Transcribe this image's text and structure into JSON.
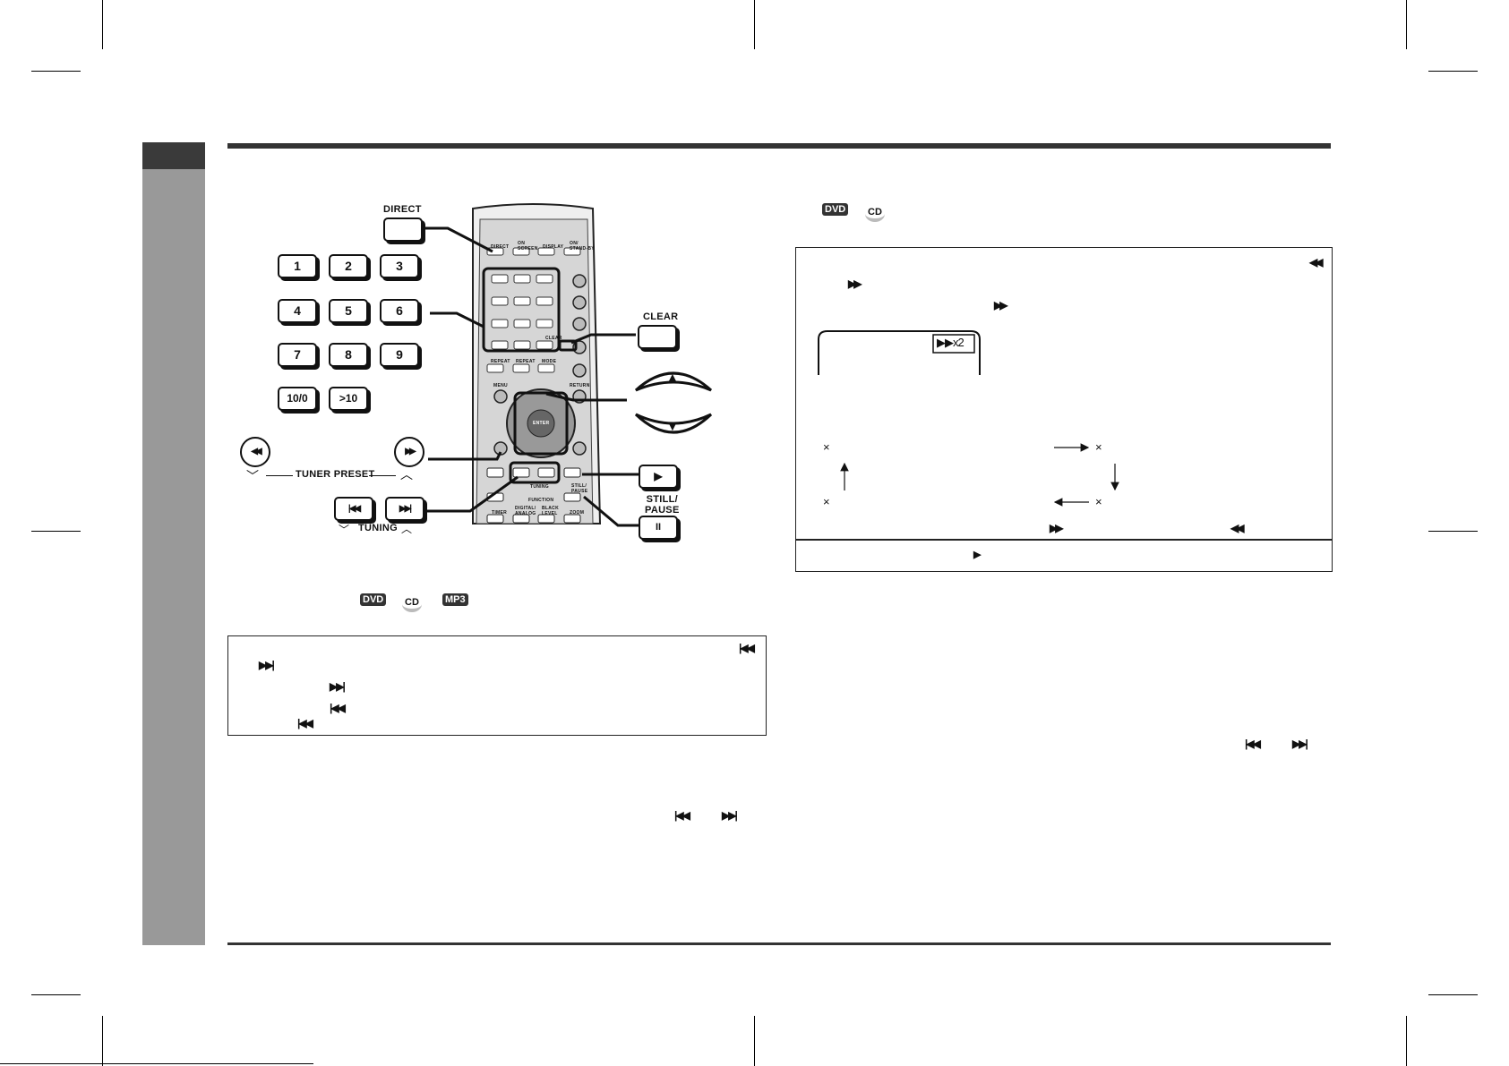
{
  "remote_labels": {
    "direct": "DIRECT",
    "clear": "CLEAR",
    "still_pause": "STILL/\nPAUSE",
    "tuner_preset": "TUNER PRESET",
    "tuning": "TUNING"
  },
  "keypad": [
    "1",
    "2",
    "3",
    "4",
    "5",
    "6",
    "7",
    "8",
    "9",
    "10/0",
    ">10"
  ],
  "remote_small": {
    "direct": "DIRECT",
    "on_screen": "ON\nSCREEN",
    "display": "DISPLAY",
    "on_standby": "ON/\nSTAND-BY",
    "clear": "CLEAR",
    "repeat1": "REPEAT",
    "repeat2": "REPEAT",
    "mode": "MODE",
    "menu": "MENU",
    "return": "RETURN",
    "enter": "ENTER",
    "tuning": "TUNING",
    "function": "FUNCTION",
    "still_pause": "STILL/\nPAUSE",
    "timer": "TIMER",
    "digital_analog": "DIGITAL/\nANALOG",
    "black_level": "BLACK\nLEVEL",
    "zoom": "ZOOM"
  },
  "badges": {
    "dvd": "DVD",
    "cd": "CD",
    "mp3": "MP3"
  },
  "screen_readout": "▶▶x2",
  "icons": {
    "rewind": "◀◀",
    "fast_forward": "▶▶",
    "skip_prev": "|◀◀",
    "skip_next": "▶▶|",
    "play": "▶",
    "pause": "II",
    "up": "▲",
    "down": "▼",
    "cross": "×"
  },
  "colors": {
    "sidebar": "#999999",
    "sidebar_tab": "#3a3a3a",
    "rule": "#333333"
  }
}
